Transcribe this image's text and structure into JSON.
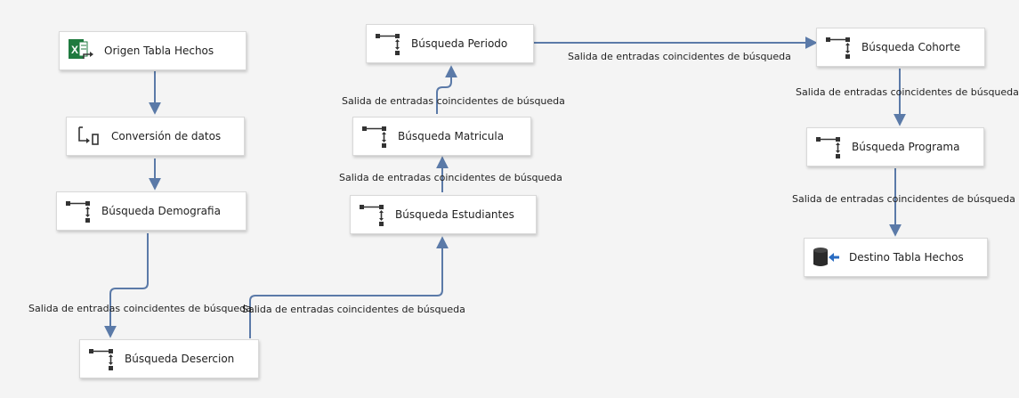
{
  "colors": {
    "background": "#f4f4f4",
    "node_fill": "#ffffff",
    "node_border": "#d9d9d9",
    "connector": "#5b7aa8"
  },
  "nodes": {
    "origen": {
      "label": "Origen Tabla Hechos",
      "icon": "excel-source-icon"
    },
    "conversion": {
      "label": "Conversión de datos",
      "icon": "data-conversion-icon"
    },
    "demografia": {
      "label": "Búsqueda Demografia",
      "icon": "lookup-icon"
    },
    "desercion": {
      "label": "Búsqueda Desercion",
      "icon": "lookup-icon"
    },
    "estudiantes": {
      "label": "Búsqueda Estudiantes",
      "icon": "lookup-icon"
    },
    "matricula": {
      "label": "Búsqueda Matricula",
      "icon": "lookup-icon"
    },
    "periodo": {
      "label": "Búsqueda Periodo",
      "icon": "lookup-icon"
    },
    "cohorte": {
      "label": "Búsqueda Cohorte",
      "icon": "lookup-icon"
    },
    "programa": {
      "label": "Búsqueda Programa",
      "icon": "lookup-icon"
    },
    "destino": {
      "label": "Destino Tabla Hechos",
      "icon": "database-destination-icon"
    }
  },
  "flow_labels": {
    "demografia_desercion": "Salida de entradas coincidentes de búsqueda",
    "desercion_estudiantes": "Salida de entradas coincidentes de búsqueda",
    "estudiantes_matricula": "Salida de entradas coincidentes de búsqueda",
    "matricula_periodo": "Salida de entradas coincidentes de búsqueda",
    "periodo_cohorte": "Salida de entradas coincidentes de búsqueda",
    "cohorte_programa": "Salida de entradas coincidentes de búsqueda",
    "programa_destino": "Salida de entradas coincidentes de búsqueda"
  }
}
